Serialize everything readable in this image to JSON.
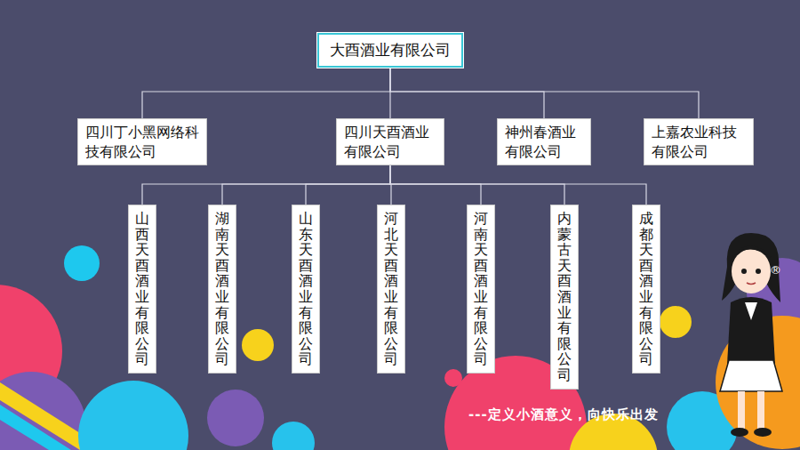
{
  "diagram": {
    "nodes": [
      {
        "text": [
          "大酉酒业有限公司"
        ]
      },
      {
        "text": [
          "四川丁小黑网络科技有限公司"
        ]
      },
      {
        "text": [
          "四川天酉酒业有限公司"
        ]
      },
      {
        "text": [
          "神州春酒业有限公司"
        ]
      },
      {
        "text": [
          "上嘉农业科技有限公司"
        ]
      },
      {
        "text": [
          "山西天酉酒业有限公司"
        ]
      },
      {
        "text": [
          "湖南天酉酒业有限公司"
        ]
      },
      {
        "text": [
          "山东天酉酒业有限公司"
        ]
      },
      {
        "text": [
          "河北天酉酒业有限公司"
        ]
      },
      {
        "text": [
          "河南天酉酒业有限公司"
        ]
      },
      {
        "text": [
          "内蒙古天酉酒业有限公司"
        ]
      },
      {
        "text": [
          "成都天酉酒业有限公司"
        ]
      }
    ],
    "edges": [
      {
        "from": 0,
        "to": 1,
        "arrow": "none"
      },
      {
        "from": 0,
        "to": 2,
        "arrow": "none"
      },
      {
        "from": 0,
        "to": 3,
        "arrow": "none"
      },
      {
        "from": 0,
        "to": 4,
        "arrow": "none"
      },
      {
        "from": 2,
        "to": 5,
        "arrow": "none"
      },
      {
        "from": 2,
        "to": 6,
        "arrow": "none"
      },
      {
        "from": 2,
        "to": 7,
        "arrow": "none"
      },
      {
        "from": 2,
        "to": 8,
        "arrow": "none"
      },
      {
        "from": 2,
        "to": 9,
        "arrow": "none"
      },
      {
        "from": 2,
        "to": 10,
        "arrow": "none"
      },
      {
        "from": 2,
        "to": 11,
        "arrow": "none"
      }
    ],
    "labels": [
      "---定义小酒意义，向快乐出发",
      "®"
    ]
  }
}
